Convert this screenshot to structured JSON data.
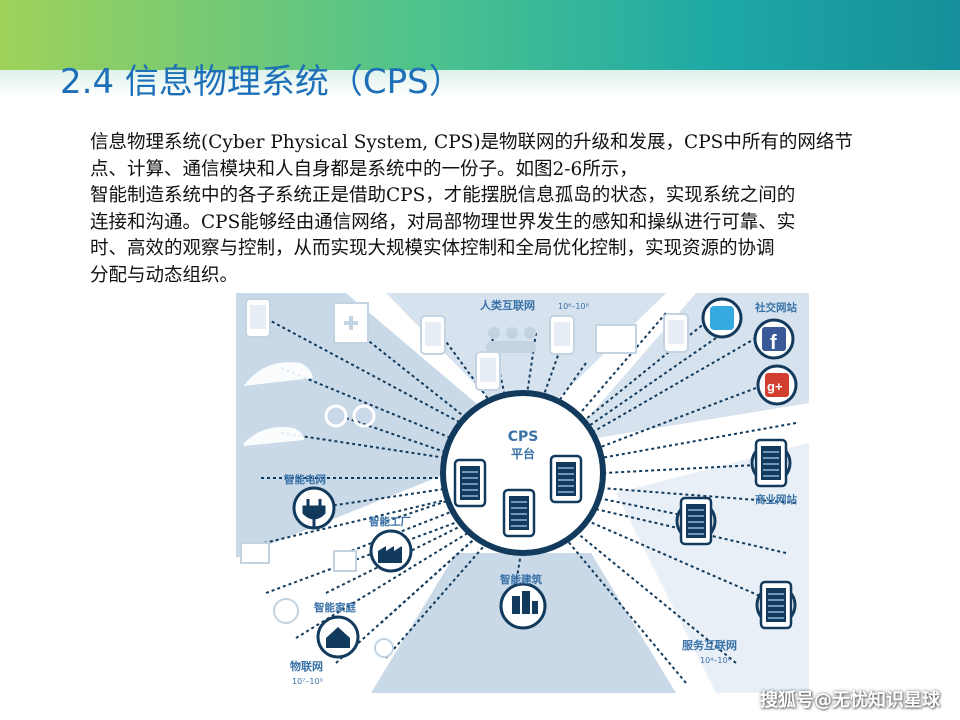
{
  "slide": {
    "title": "2.4  信息物理系统（CPS）",
    "paragraph_lines": [
      "信息物理系统(Cyber Physical System, CPS)是物联网的升级和发展，CPS中所有的网络节",
      "点、计算、通信模块和人自身都是系统中的一份子。如图2-6所示，",
      "智能制造系统中的各子系统正是借助CPS，才能摆脱信息孤岛的状态，实现系统之间的",
      "连接和沟通。CPS能够经由通信网络，对局部物理世界发生的感知和操纵进行可靠、实",
      "时、高效的观察与控制，从而实现大规模实体控制和全局优化控制，实现资源的协调",
      "分配与动态组织。"
    ]
  },
  "diagram": {
    "center_title": "CPS",
    "center_subtitle": "平台",
    "labels": {
      "human_internet": "人类互联网",
      "human_internet_scale": "10⁶–10⁸",
      "social_sites": "社交网站",
      "business_sites": "商业网站",
      "service_internet": "服务互联网",
      "service_internet_scale": "10⁴–10⁶",
      "smart_grid": "智能电网",
      "smart_factory": "智能工厂",
      "smart_home": "智能家庭",
      "smart_building": "智能建筑",
      "iot": "物联网",
      "iot_scale": "10⁷–10⁹"
    }
  },
  "watermark": "搜狐号@无忧知识星球",
  "colors": {
    "title_blue": "#1d6fb8",
    "diagram_navy": "#123a5c",
    "diagram_light": "#c9d9e8",
    "diagram_label": "#3b73a8"
  }
}
